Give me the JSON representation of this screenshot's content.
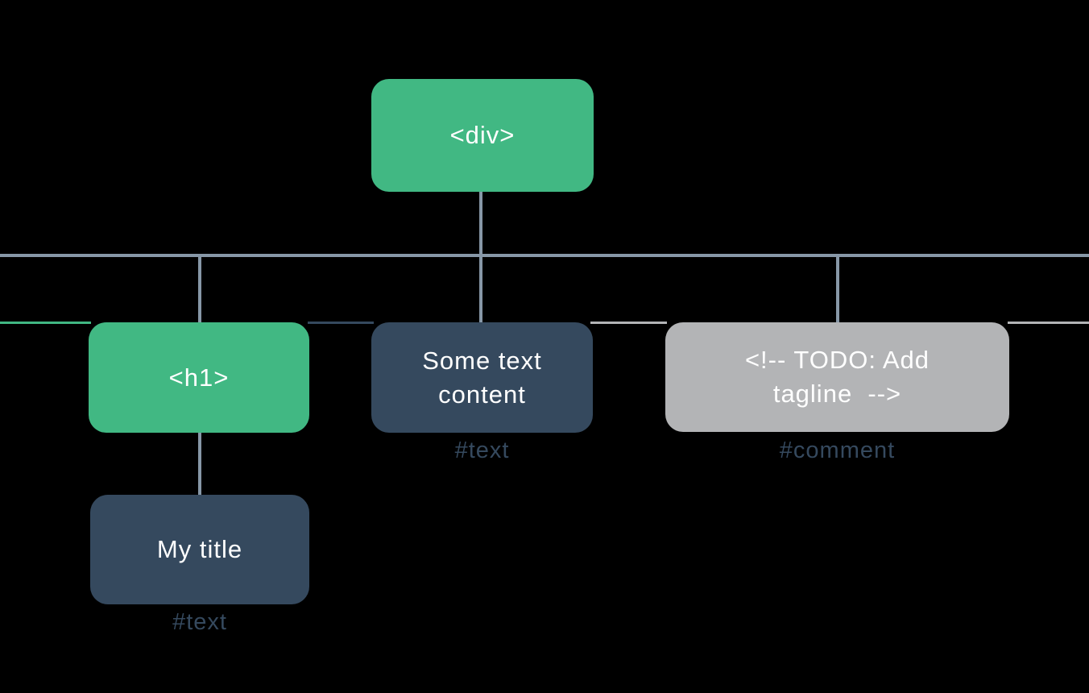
{
  "colors": {
    "background": "#000000",
    "element_green": "#41b883",
    "node_navy": "#35495e",
    "comment_gray": "#b3b4b6",
    "connector_slate": "#8797a7",
    "node_text": "#ffffff"
  },
  "tree": {
    "root": {
      "label": "<div>"
    },
    "children": [
      {
        "label": "<h1>",
        "children": [
          {
            "label": "My title",
            "annotation": "#text"
          }
        ]
      },
      {
        "label": "Some text\ncontent",
        "annotation": "#text"
      },
      {
        "label": "<!-- TODO: Add\ntagline  -->",
        "annotation": "#comment"
      }
    ]
  }
}
